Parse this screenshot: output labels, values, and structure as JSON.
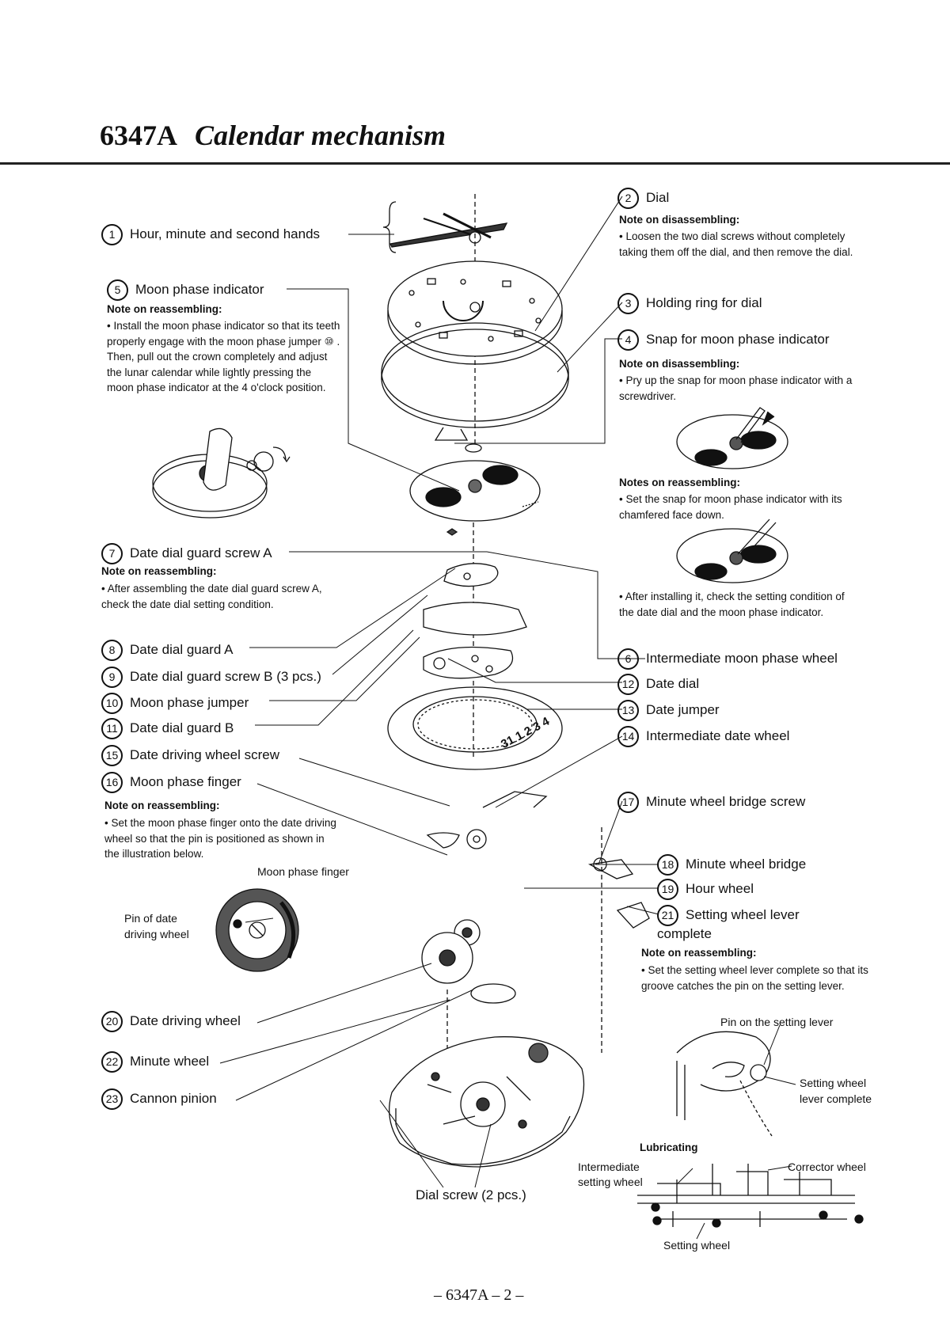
{
  "page_title": {
    "number": "6347A",
    "text": "Calendar mechanism"
  },
  "parts": [
    {
      "num": "1",
      "label": "Hour, minute and second hands"
    },
    {
      "num": "2",
      "label": "Dial"
    },
    {
      "num": "3",
      "label": "Holding ring for dial"
    },
    {
      "num": "4",
      "label": "Snap for moon phase indicator"
    },
    {
      "num": "5",
      "label": "Moon phase indicator"
    },
    {
      "num": "6",
      "label": "Intermediate moon phase wheel"
    },
    {
      "num": "7",
      "label": "Date dial guard screw A"
    },
    {
      "num": "8",
      "label": "Date dial guard A"
    },
    {
      "num": "9",
      "label": "Date dial guard screw B (3 pcs.)"
    },
    {
      "num": "10",
      "label": "Moon phase jumper"
    },
    {
      "num": "11",
      "label": "Date dial guard B"
    },
    {
      "num": "12",
      "label": "Date dial"
    },
    {
      "num": "13",
      "label": "Date jumper"
    },
    {
      "num": "14",
      "label": "Intermediate date wheel"
    },
    {
      "num": "15",
      "label": "Date driving wheel screw"
    },
    {
      "num": "16",
      "label": "Moon phase finger"
    },
    {
      "num": "17",
      "label": "Minute wheel bridge screw"
    },
    {
      "num": "18",
      "label": "Minute wheel bridge"
    },
    {
      "num": "19",
      "label": "Hour wheel"
    },
    {
      "num": "20",
      "label": "Date driving wheel"
    },
    {
      "num": "21",
      "label": "Setting wheel lever complete"
    },
    {
      "num": "22",
      "label": "Minute wheel"
    },
    {
      "num": "23",
      "label": "Cannon pinion"
    }
  ],
  "notes": {
    "dial_title": "Note on disassembling:",
    "dial_text": "• Loosen the two dial screws without completely taking them off the dial, and then remove the dial.",
    "moon_title": "Note on reassembling:",
    "moon_text": "• Install the moon phase indicator so that its teeth properly engage with the moon phase jumper ⑩ . Then, pull out the crown completely and adjust the lunar calendar while lightly pressing the moon phase indicator at the 4 o'clock position.",
    "snap_dis_title": "Note on disassembling:",
    "snap_dis_text": "• Pry up the snap for moon phase indicator with a screwdriver.",
    "snap_re_title": "Notes on reassembling:",
    "snap_re_text": "• Set the snap for moon phase indicator with its chamfered face down.",
    "after_text": "• After installing it, check the setting condition of the date dial and the moon phase indicator.",
    "screwA_title": "Note on reassembling:",
    "screwA_text": "• After assembling the date dial guard screw A, check the date dial setting condition.",
    "finger_title": "Note on reassembling:",
    "finger_text": "• Set the moon phase finger onto the date driving wheel so that the pin is positioned as shown in the illustration below.",
    "lever_title": "Note on reassembling:",
    "lever_text": "• Set the setting wheel lever complete so that its groove catches the pin on the setting lever."
  },
  "figure_labels": {
    "moon_phase_finger": "Moon phase finger",
    "pin_date_driving_1": "Pin of date",
    "pin_date_driving_2": "driving wheel",
    "pin_setting_lever": "Pin on the setting lever",
    "setting_wheel_lever_1": "Setting wheel",
    "setting_wheel_lever_2": "lever complete",
    "lubricating": "Lubricating",
    "intermediate_setting_1": "Intermediate",
    "intermediate_setting_2": "setting wheel",
    "corrector_wheel": "Corrector wheel",
    "setting_wheel": "Setting wheel",
    "dial_screw": "Dial screw (2 pcs.)",
    "date_digits": "31 1 2 3 4"
  },
  "footer": "– 6347A – 2 –"
}
